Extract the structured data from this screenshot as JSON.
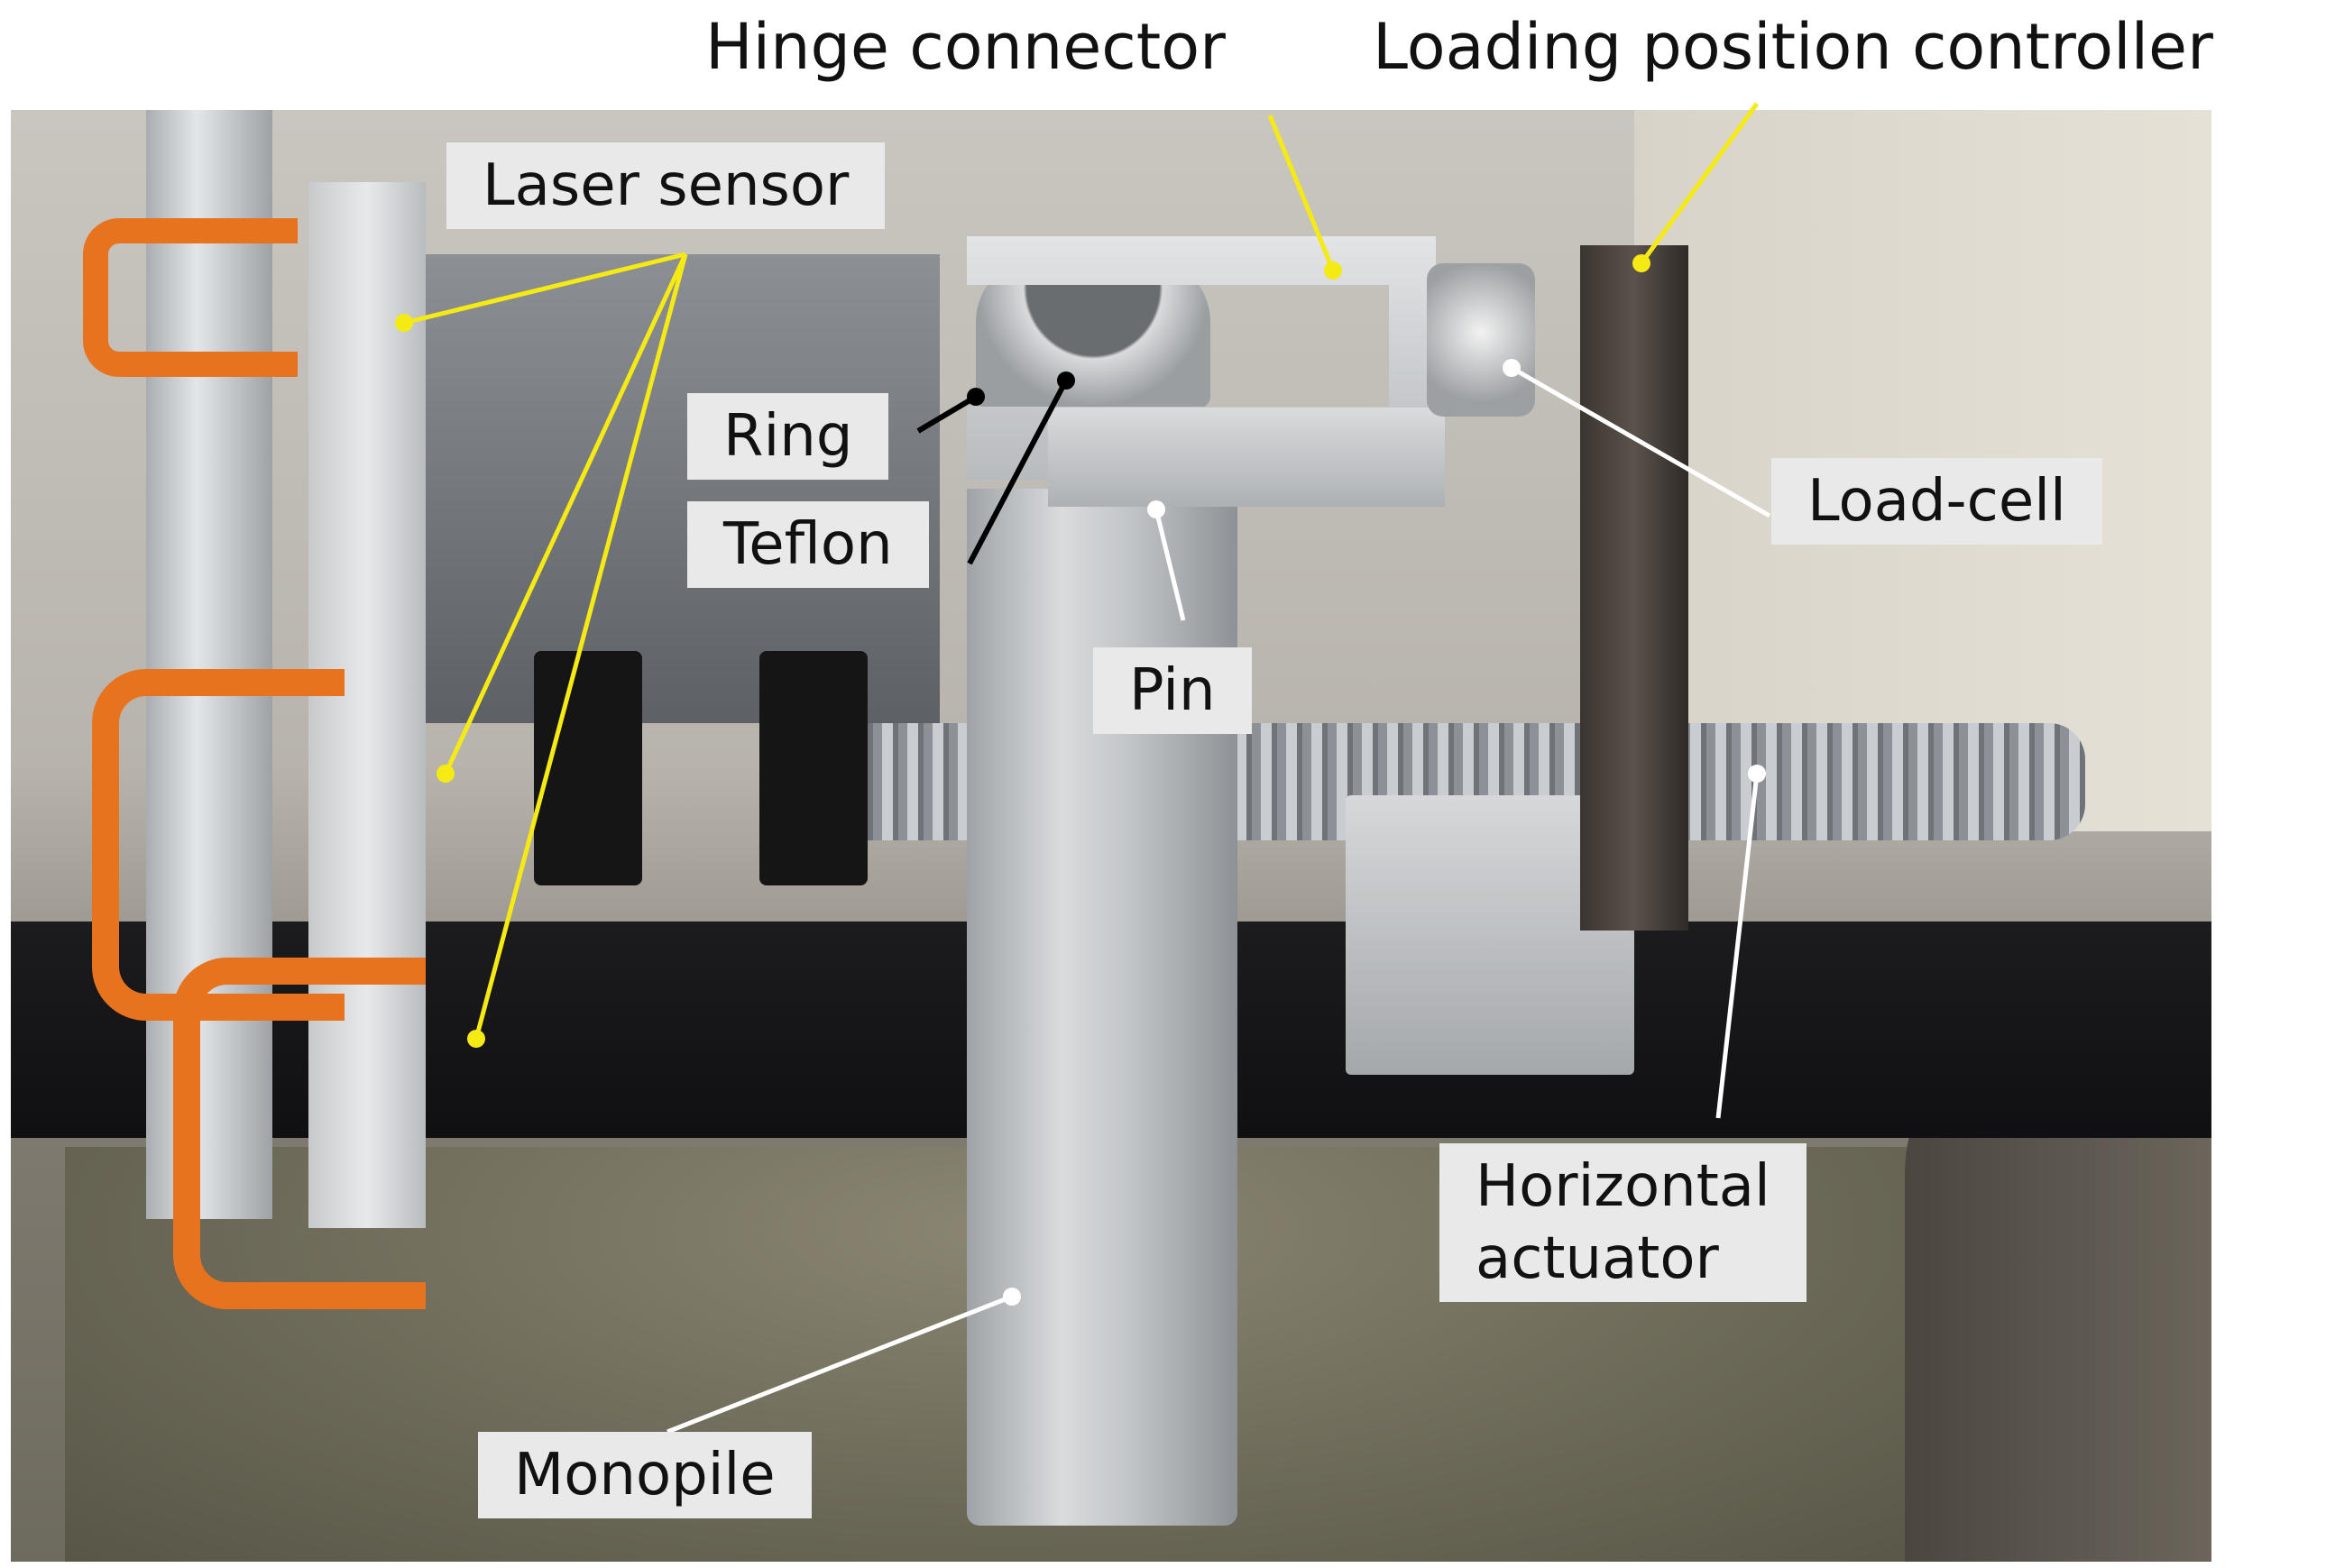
{
  "labels": {
    "hinge_connector": "Hinge connector",
    "loading_position_controller": "Loading position controller",
    "laser_sensor": "Laser sensor",
    "ring": "Ring",
    "teflon": "Teflon",
    "pin": "Pin",
    "load_cell": "Load-cell",
    "horizontal_actuator_line1": "Horizontal",
    "horizontal_actuator_line2": "actuator",
    "monopile": "Monopile"
  },
  "colors": {
    "leader_yellow": "#f5ea14",
    "leader_white": "#ffffff",
    "leader_black": "#000000",
    "label_background": "#e9e9e9"
  }
}
